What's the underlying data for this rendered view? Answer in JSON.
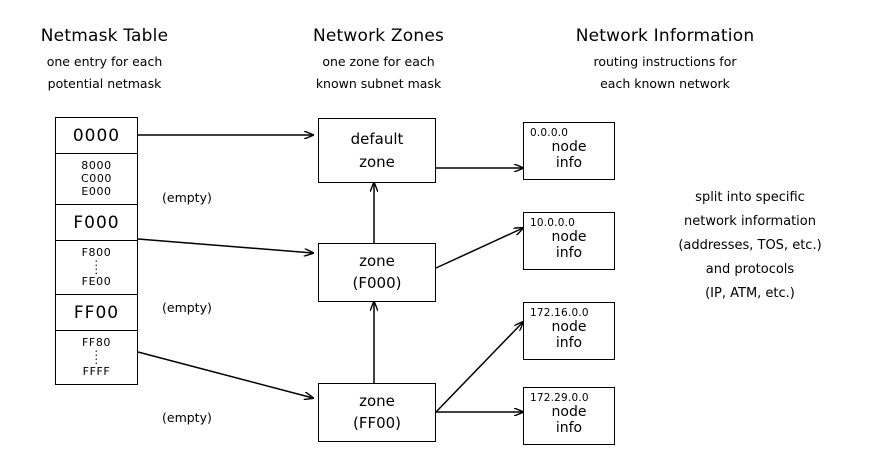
{
  "columns": [
    {
      "title": "Netmask Table",
      "sub1": "one entry for each",
      "sub2": "potential netmask"
    },
    {
      "title": "Network Zones",
      "sub1": "one zone for each",
      "sub2": "known subnet mask"
    },
    {
      "title": "Network Information",
      "sub1": "routing instructions for",
      "sub2": "each known network"
    }
  ],
  "netmask_table": {
    "cells": [
      {
        "kind": "major",
        "value": "0000"
      },
      {
        "kind": "minor",
        "first": "8000",
        "mid": "C000",
        "last": "E000",
        "dots": false
      },
      {
        "kind": "major",
        "value": "F000"
      },
      {
        "kind": "minor",
        "first": "F800",
        "mid": ":",
        "last": "FE00",
        "dots": true
      },
      {
        "kind": "major",
        "value": "FF00"
      },
      {
        "kind": "minor",
        "first": "FF80",
        "mid": ":",
        "last": "FFFF",
        "dots": true
      }
    ],
    "empty_labels": [
      "(empty)",
      "(empty)",
      "(empty)"
    ]
  },
  "zones": [
    {
      "line1": "default",
      "line2": "zone"
    },
    {
      "line1": "zone",
      "line2": "(F000)"
    },
    {
      "line1": "zone",
      "line2": "(FF00)"
    }
  ],
  "network_info": [
    {
      "address": "0.0.0.0",
      "line1": "node",
      "line2": "info"
    },
    {
      "address": "10.0.0.0",
      "line1": "node",
      "line2": "info"
    },
    {
      "address": "172.16.0.0",
      "line1": "node",
      "line2": "info"
    },
    {
      "address": "172.29.0.0",
      "line1": "node",
      "line2": "info"
    }
  ],
  "side_note": [
    "split into specific",
    "network information",
    "(addresses, TOS, etc.)",
    "and protocols",
    "(IP, ATM, etc.)"
  ],
  "colors": {
    "ink": "#000000",
    "paper": "#ffffff"
  }
}
